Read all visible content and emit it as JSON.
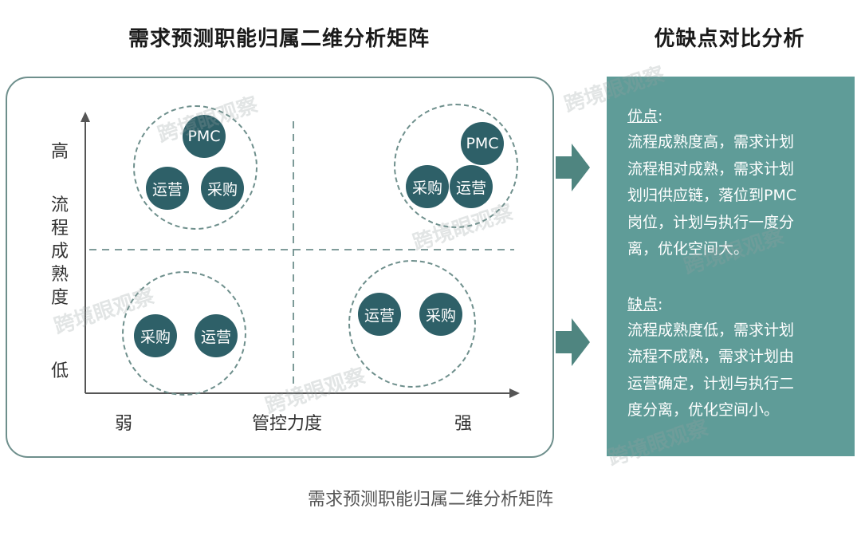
{
  "left_title": "需求预测职能归属二维分析矩阵",
  "right_title": "优缺点对比分析",
  "caption": "需求预测职能归属二维分析矩阵",
  "watermark": "跨境眼观察",
  "axes": {
    "y_high": "高",
    "y_low": "低",
    "y_title_chars": [
      "流",
      "程",
      "成",
      "熟",
      "度"
    ],
    "x_low": "弱",
    "x_title": "管控力度",
    "x_high": "强"
  },
  "quadrants": {
    "top_left": {
      "nodes": [
        "PMC",
        "运营",
        "采购"
      ]
    },
    "top_right": {
      "nodes": [
        "PMC",
        "采购",
        "运营"
      ]
    },
    "bottom_left": {
      "nodes": [
        "采购",
        "运营"
      ]
    },
    "bottom_right": {
      "nodes": [
        "运营",
        "采购"
      ]
    }
  },
  "pros": {
    "label": "优点",
    "colon": ":",
    "lines": [
      "流程成熟度高，需求计划",
      "流程相对成熟，需求计划",
      "划归供应链，落位到PMC",
      "岗位，计划与执行一度分",
      "离，优化空间大。"
    ]
  },
  "cons": {
    "label": "缺点",
    "colon": ":",
    "lines": [
      "流程成熟度低，需求计划",
      "流程不成熟，需求计划由",
      "运营确定，计划与执行二",
      "度分离，优化空间小。"
    ]
  },
  "colors": {
    "node_fill": "#2e6068",
    "panel_fill": "#5f9c98",
    "dashed_line": "#6e8f8c",
    "arrow_fill": "#4f8580"
  }
}
